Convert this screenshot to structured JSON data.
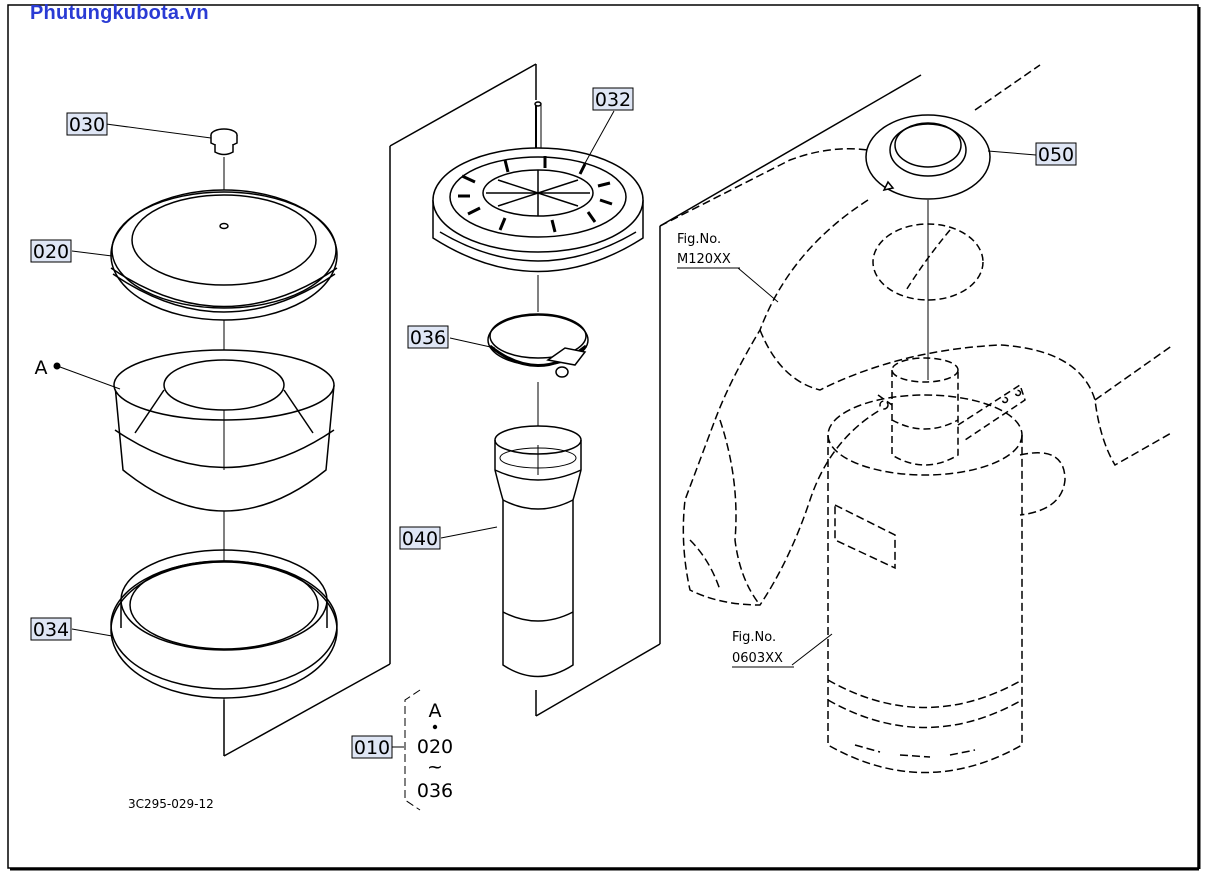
{
  "watermark": "Phutungkubota.vn",
  "drawing_code": "3C295-029-12",
  "callouts": {
    "p030": "030",
    "p020": "020",
    "pA": "A",
    "p034": "034",
    "p032": "032",
    "p036": "036",
    "p040": "040",
    "p050": "050",
    "p010": "010"
  },
  "assembly": {
    "line1": "A",
    "line2": "020",
    "tilde": "~",
    "line3": "036"
  },
  "fig_refs": [
    {
      "line1": "Fig.No.",
      "line2": "M120XX"
    },
    {
      "line1": "Fig.No.",
      "line2": "0603XX"
    }
  ],
  "colors": {
    "watermark": "#2a3bd4",
    "label_fill": "#dfe6f5",
    "line": "#000000"
  }
}
